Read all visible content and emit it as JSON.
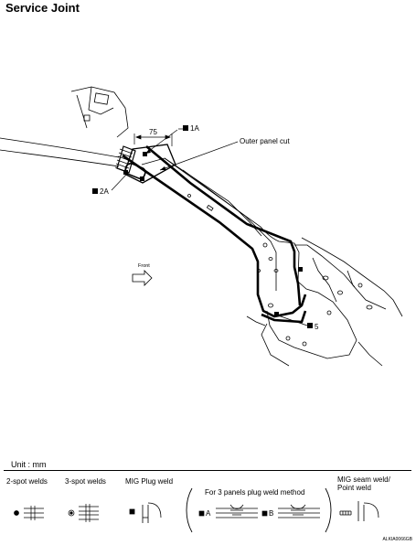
{
  "title": "Service Joint",
  "callouts": {
    "one_a": "1A",
    "two_a": "2A",
    "five": "5",
    "dimension": "75",
    "outer_cut": "Outer panel cut",
    "front": "Front"
  },
  "unit": "Unit : mm",
  "legend": {
    "two_spot": "2-spot welds",
    "three_spot": "3-spot welds",
    "mig_plug": "MIG Plug weld",
    "method": "For 3 panels plug weld method",
    "a": "A",
    "b": "B",
    "mig_seam": "MIG seam weld/\nPoint weld"
  },
  "doc_code": "ALKIA0066GB"
}
